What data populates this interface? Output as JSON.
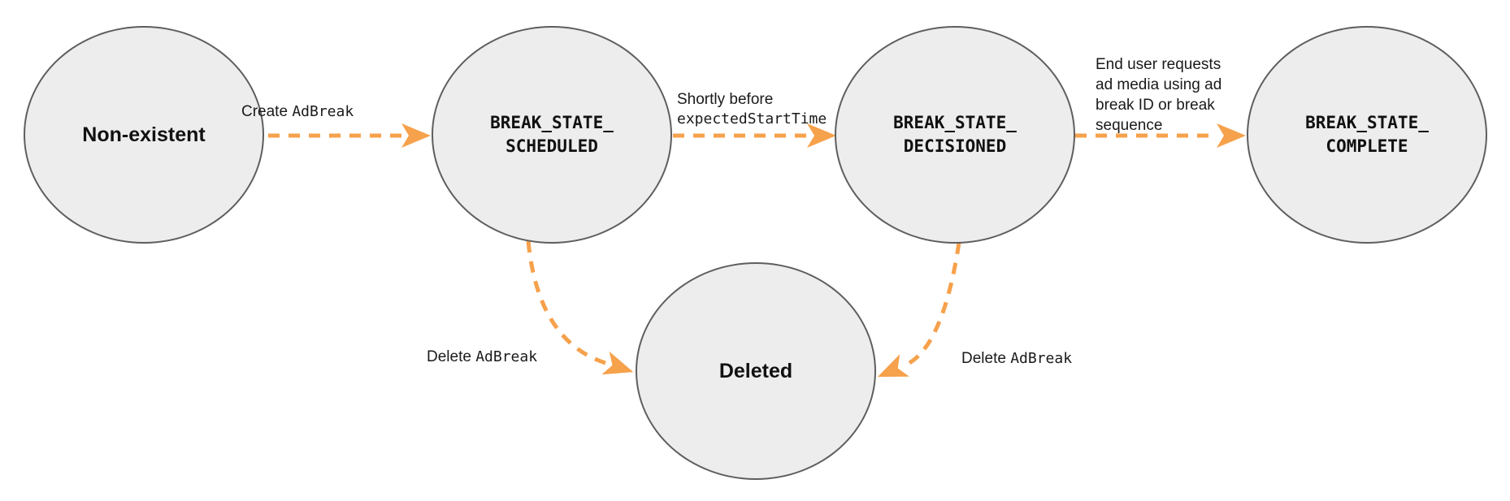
{
  "diagram": {
    "colors": {
      "arrow": "#F6A14B",
      "node_fill": "#EDEDED",
      "node_border": "#5E5E5E",
      "node_text": "#111111",
      "label_text": "#1A1A1A"
    },
    "nodes": [
      {
        "id": "non-existent",
        "label": "Non-existent"
      },
      {
        "id": "break-state-scheduled",
        "label": "BREAK_STATE_\nSCHEDULED"
      },
      {
        "id": "break-state-decisioned",
        "label": "BREAK_STATE_\nDECISIONED"
      },
      {
        "id": "break-state-complete",
        "label": "BREAK_STATE_\nCOMPLETE"
      },
      {
        "id": "deleted",
        "label": "Deleted"
      }
    ],
    "edges": [
      {
        "from": "Non-existent",
        "to": "BREAK_STATE_SCHEDULED",
        "label_plain": "Create ",
        "label_code": "AdBreak"
      },
      {
        "from": "BREAK_STATE_SCHEDULED",
        "to": "BREAK_STATE_DECISIONED",
        "label_plain": "Shortly before\n",
        "label_code": "expectedStartTime"
      },
      {
        "from": "BREAK_STATE_DECISIONED",
        "to": "BREAK_STATE_COMPLETE",
        "label_plain": "End user requests\nad media using ad\nbreak ID or break\nsequence",
        "label_code": ""
      },
      {
        "from": "BREAK_STATE_SCHEDULED",
        "to": "Deleted",
        "label_plain": "Delete ",
        "label_code": "AdBreak"
      },
      {
        "from": "BREAK_STATE_DECISIONED",
        "to": "Deleted",
        "label_plain": "Delete ",
        "label_code": "AdBreak"
      }
    ]
  }
}
